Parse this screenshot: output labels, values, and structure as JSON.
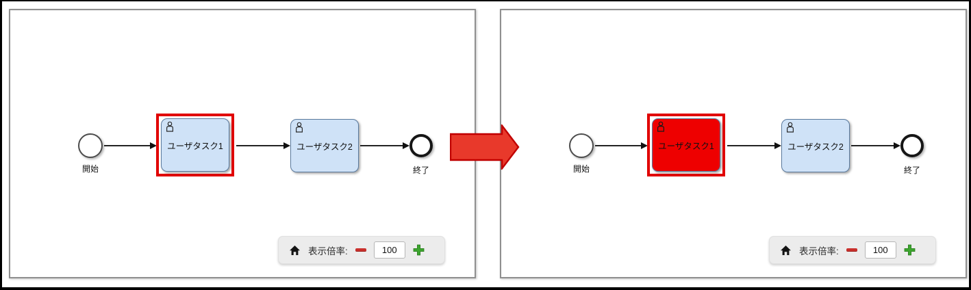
{
  "panels": [
    {
      "name": "before",
      "process": {
        "start": {
          "label": "開始"
        },
        "tasks": [
          {
            "label": "ユーザタスク1",
            "type": "user-task",
            "fill": "#cfe2f7",
            "selected": true
          },
          {
            "label": "ユーザタスク2",
            "type": "user-task",
            "fill": "#cfe2f7",
            "selected": false
          }
        ],
        "end": {
          "label": "終了"
        }
      },
      "zoom_toolbar": {
        "label": "表示倍率:",
        "value": "100"
      }
    },
    {
      "name": "after",
      "process": {
        "start": {
          "label": "開始"
        },
        "tasks": [
          {
            "label": "ユーザタスク1",
            "type": "user-task",
            "fill": "#ee0000",
            "selected": true
          },
          {
            "label": "ユーザタスク2",
            "type": "user-task",
            "fill": "#cfe2f7",
            "selected": false
          }
        ],
        "end": {
          "label": "終了"
        }
      },
      "zoom_toolbar": {
        "label": "表示倍率:",
        "value": "100"
      }
    }
  ],
  "colors": {
    "task_fill_default": "#cfe2f7",
    "task_border": "#5a7a9e",
    "task_fill_highlight": "#ee0000",
    "selection_border": "#e10000",
    "transition_arrow_fill": "#e8392b",
    "transition_arrow_border": "#c00000",
    "zoom_minus": "#c9302c",
    "zoom_plus": "#3da52f",
    "panel_border": "#8f8f8f"
  },
  "icons": {
    "user_task": "user-icon",
    "home": "home-icon",
    "zoom_out": "minus-icon",
    "zoom_in": "plus-icon",
    "transition": "right-arrow-icon"
  }
}
